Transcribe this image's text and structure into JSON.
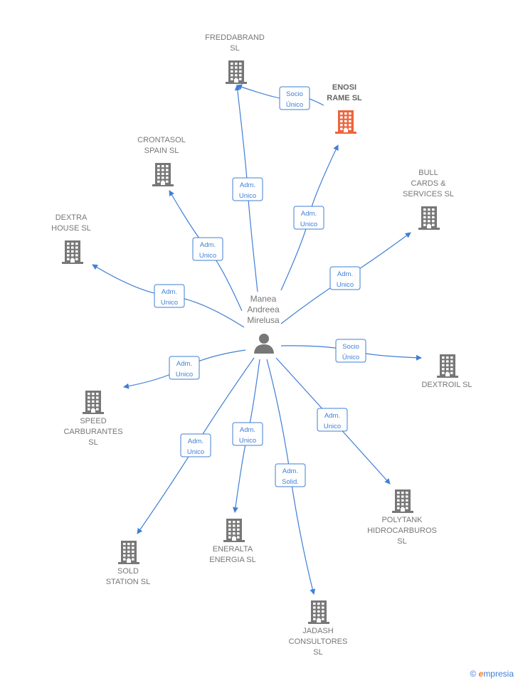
{
  "center": {
    "name_lines": [
      "Manea",
      "Andreea",
      "Mirelusa"
    ],
    "icon": "person-icon"
  },
  "companies": [
    {
      "id": "freddabrand",
      "lines": [
        "FREDDABRAND",
        "SL"
      ],
      "highlight": false
    },
    {
      "id": "enosi",
      "lines": [
        "ENOSI",
        "RAME  SL"
      ],
      "highlight": true
    },
    {
      "id": "crontasol",
      "lines": [
        "CRONTASOL",
        "SPAIN  SL"
      ],
      "highlight": false
    },
    {
      "id": "bull",
      "lines": [
        "BULL",
        "CARDS &",
        "SERVICES  SL"
      ],
      "highlight": false
    },
    {
      "id": "dextra",
      "lines": [
        "DEXTRA",
        "HOUSE  SL"
      ],
      "highlight": false
    },
    {
      "id": "dextroil",
      "lines": [
        "DEXTROIL SL"
      ],
      "highlight": false
    },
    {
      "id": "speed",
      "lines": [
        "SPEED",
        "CARBURANTES",
        "SL"
      ],
      "highlight": false
    },
    {
      "id": "polytank",
      "lines": [
        "POLYTANK",
        "HIDROCARBUROS",
        "SL"
      ],
      "highlight": false
    },
    {
      "id": "sold",
      "lines": [
        "SOLD",
        "STATION  SL"
      ],
      "highlight": false
    },
    {
      "id": "eneralta",
      "lines": [
        "ENERALTA",
        "ENERGIA  SL"
      ],
      "highlight": false
    },
    {
      "id": "jadash",
      "lines": [
        "JADASH",
        "CONSULTORES",
        "SL"
      ],
      "highlight": false
    }
  ],
  "edges": [
    {
      "target": "freddabrand",
      "label": [
        "Adm.",
        "Unico"
      ]
    },
    {
      "target": "enosi",
      "label": [
        "Adm.",
        "Unico"
      ]
    },
    {
      "target": "crontasol",
      "label": [
        "Adm.",
        "Unico"
      ]
    },
    {
      "target": "bull",
      "label": [
        "Adm.",
        "Unico"
      ]
    },
    {
      "target": "dextra",
      "label": [
        "Adm.",
        "Unico"
      ]
    },
    {
      "target": "dextroil",
      "label": [
        "Socio",
        "Único"
      ]
    },
    {
      "target": "speed",
      "label": [
        "Adm.",
        "Unico"
      ]
    },
    {
      "target": "polytank",
      "label": [
        "Adm.",
        "Unico"
      ]
    },
    {
      "target": "sold",
      "label": [
        "Adm.",
        "Unico"
      ]
    },
    {
      "target": "eneralta",
      "label": [
        "Adm.",
        "Unico"
      ]
    },
    {
      "target": "jadash",
      "label": [
        "Adm.",
        "Solid."
      ]
    },
    {
      "source": "enosi",
      "target": "freddabrand",
      "label": [
        "Socio",
        "Único"
      ]
    }
  ],
  "colors": {
    "edge": "#3f7fd6",
    "building": "#777777",
    "highlight_building": "#f0643c"
  },
  "footer": {
    "copyright": "©",
    "brand_initial": "e",
    "brand_rest": "mpresia"
  }
}
